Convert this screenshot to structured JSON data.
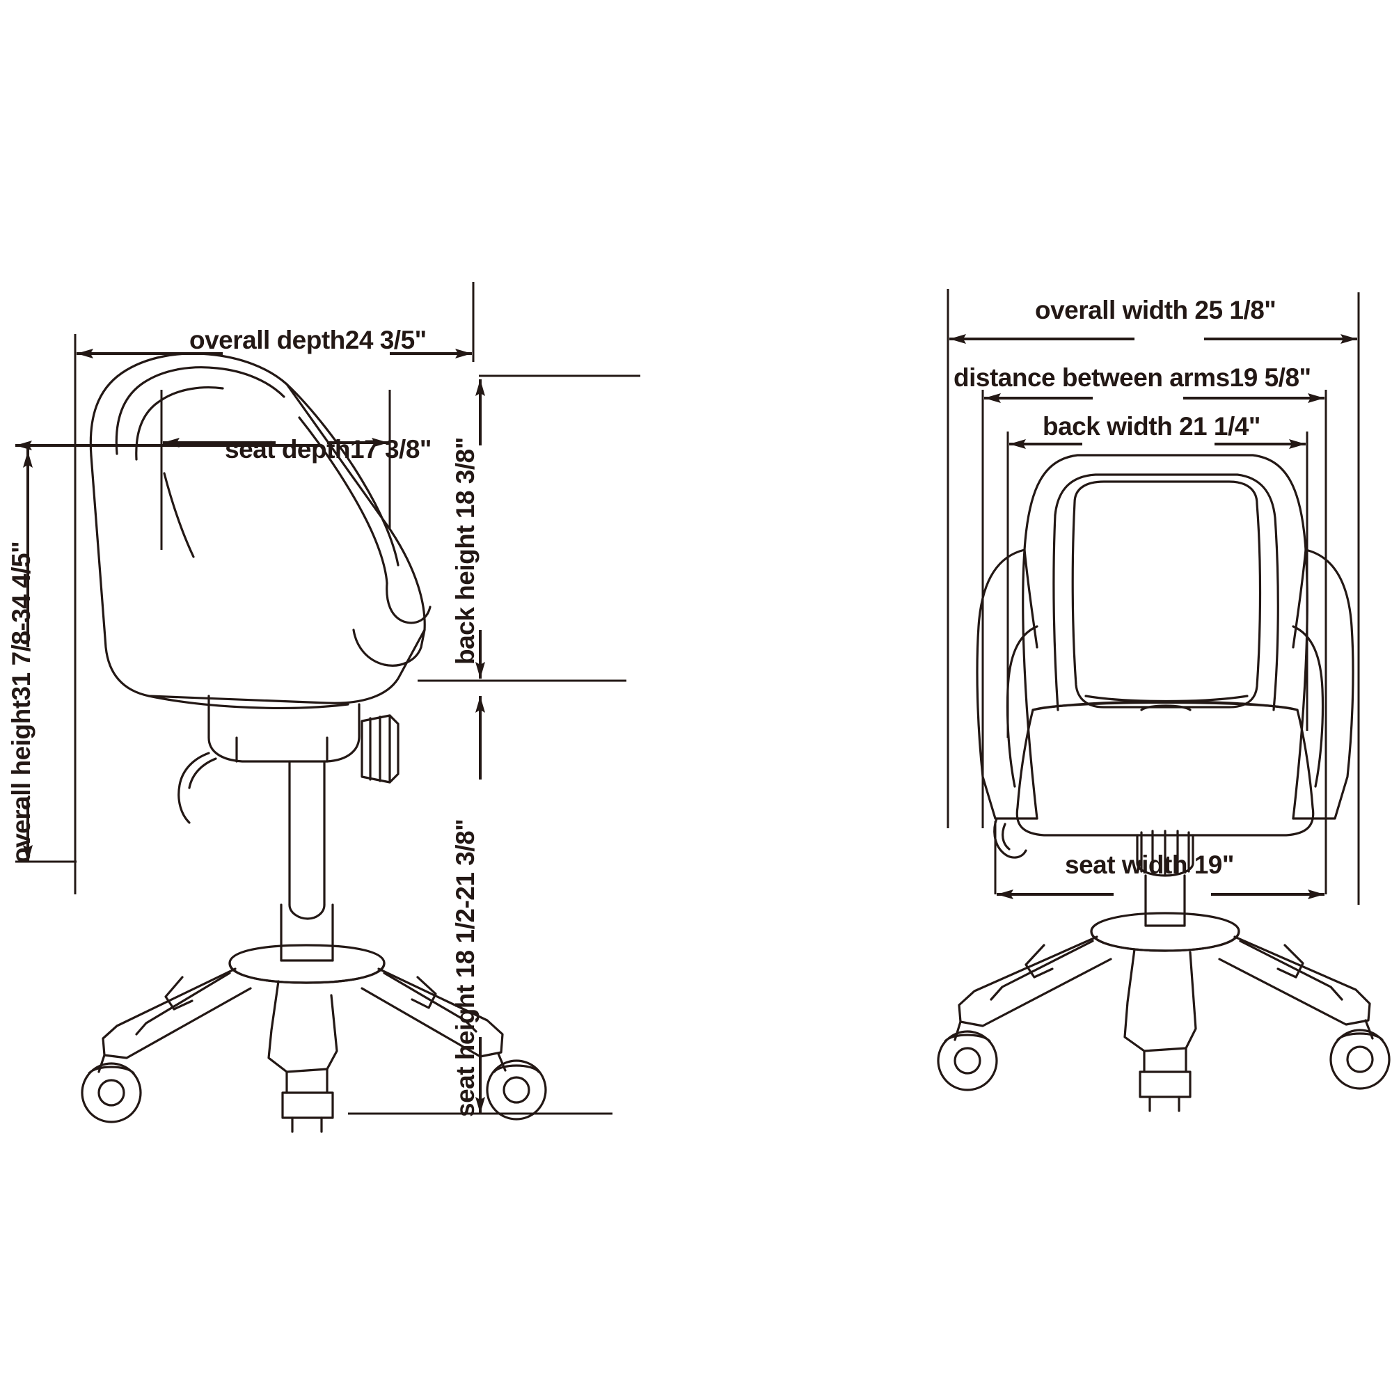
{
  "drawing": {
    "title": "office chair dimension diagram",
    "views": [
      {
        "id": "side-view",
        "name": "side view of office chair"
      },
      {
        "id": "front-view",
        "name": "front view of office chair"
      }
    ],
    "line_color": "#231815",
    "background_color": "#ffffff"
  },
  "dimensions": {
    "overall_depth": "overall depth24 3/5\"",
    "seat_depth": "seat depth17 3/8\"",
    "overall_height": "overall height31 7/8-34 4/5\"",
    "back_height": "back height 18 3/8\"",
    "seat_height": "seat height 18 1/2-21 3/8\"",
    "overall_width": "overall width 25 1/8\"",
    "distance_between_arms": "distance between arms19 5/8\"",
    "back_width": "back width 21 1/4\"",
    "seat_width": "seat width 19\""
  },
  "chart_data": {
    "type": "table",
    "title": "Office chair dimensions",
    "categories": [
      "overall depth",
      "seat depth",
      "overall height",
      "back height",
      "seat height",
      "overall width",
      "distance between arms",
      "back width",
      "seat width"
    ],
    "values": [
      "24 3/5\"",
      "17 3/8\"",
      "31 7/8-34 4/5\"",
      "18 3/8\"",
      "18 1/2-21 3/8\"",
      "25 1/8\"",
      "19 5/8\"",
      "21 1/4\"",
      "19\""
    ]
  }
}
